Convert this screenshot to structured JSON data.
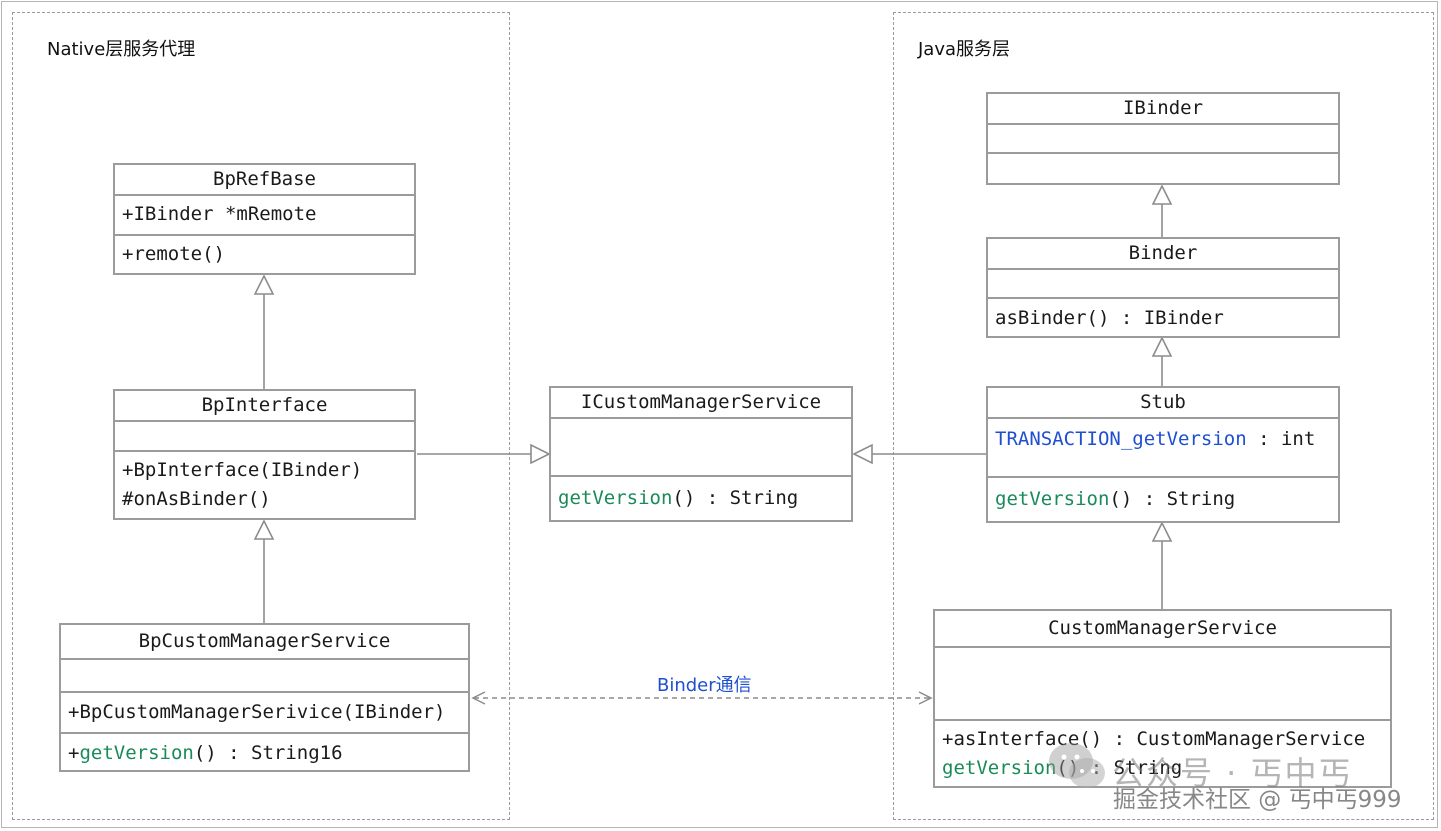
{
  "packages": {
    "native_title": "Native层服务代理",
    "java_title": "Java服务层"
  },
  "classes": {
    "bprefbase": {
      "name": "BpRefBase",
      "attr": "+IBinder *mRemote",
      "op": "+remote()"
    },
    "bpinterface": {
      "name": "BpInterface",
      "op1": "+BpInterface(IBinder)",
      "op2": "#onAsBinder()"
    },
    "bpcustom": {
      "name": "BpCustomManagerService",
      "op1": "+BpCustomManagerSerivice(IBinder)",
      "op2_prefix": "+",
      "op2_method": "getVersion",
      "op2_rest": "() : String16"
    },
    "icustom": {
      "name": "ICustomManagerService",
      "op_method": "getVersion",
      "op_rest": "() : String"
    },
    "ibinder": {
      "name": "IBinder"
    },
    "binder": {
      "name": "Binder",
      "op": "asBinder() : IBinder"
    },
    "stub": {
      "name": "Stub",
      "attr_name": "TRANSACTION_getVersion",
      "attr_rest": " : int",
      "op_method": "getVersion",
      "op_rest": "() : String"
    },
    "customservice": {
      "name": "CustomManagerService",
      "op1": "+asInterface() : CustomManagerService",
      "op2_method": "getVersion",
      "op2_rest": "() : String"
    }
  },
  "edge_label": "Binder通信",
  "watermark": {
    "line1": "公众号 · 丐中丐",
    "line2": "掘金技术社区 @ 丐中丐999"
  },
  "colors": {
    "method_green": "#1a8a5a",
    "constant_blue": "#1f4fd1",
    "border_gray": "#9b9b9b"
  }
}
